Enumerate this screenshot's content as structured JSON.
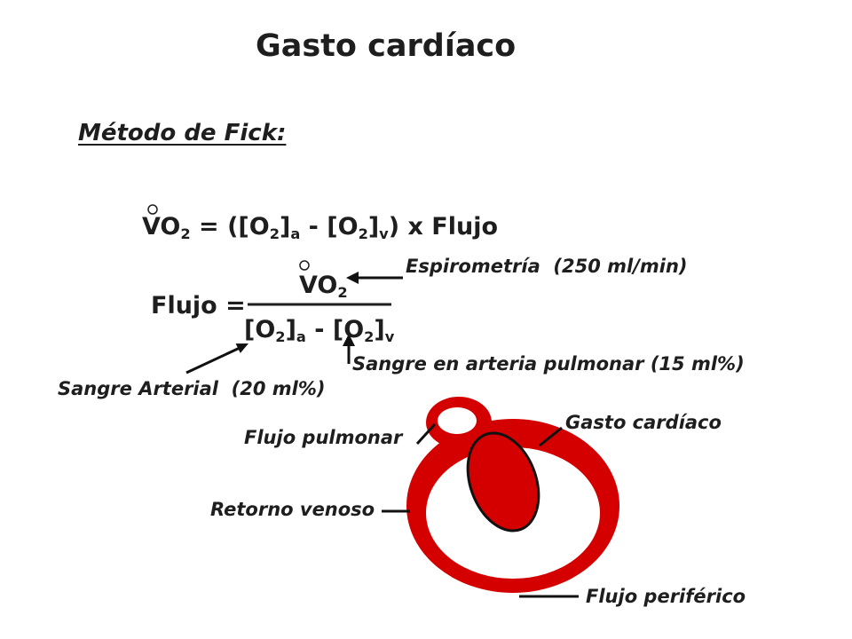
{
  "slide": {
    "title": "Gasto cardíaco",
    "method_heading": "Método de Fick:"
  },
  "formula_vo2": {
    "segments": [
      "VO",
      "2",
      " = ([O",
      "2",
      "]",
      "a",
      " - [O",
      "2",
      "]",
      "v",
      ") x Flujo"
    ]
  },
  "formula_flow": {
    "lhs": "Flujo =",
    "numerator": [
      "VO",
      "2"
    ],
    "denominator": [
      "[O",
      "2",
      "]",
      "a",
      " - [O",
      "2",
      "]",
      "v"
    ]
  },
  "annotations": {
    "spirometry": "Espirometría  (250 ml/min)",
    "pulmonary_artery_blood": "Sangre en arteria pulmonar (15 ml%)",
    "arterial_blood": "Sangre Arterial  (20 ml%)"
  },
  "circulation_diagram": {
    "labels": {
      "cardiac_output": "Gasto cardíaco",
      "pulmonary_flow": "Flujo pulmonar",
      "venous_return": "Retorno venoso",
      "peripheral_flow": "Flujo periférico"
    }
  },
  "colors": {
    "text": "#1e1e1e",
    "blood": "#d40000",
    "background": "#ffffff"
  }
}
